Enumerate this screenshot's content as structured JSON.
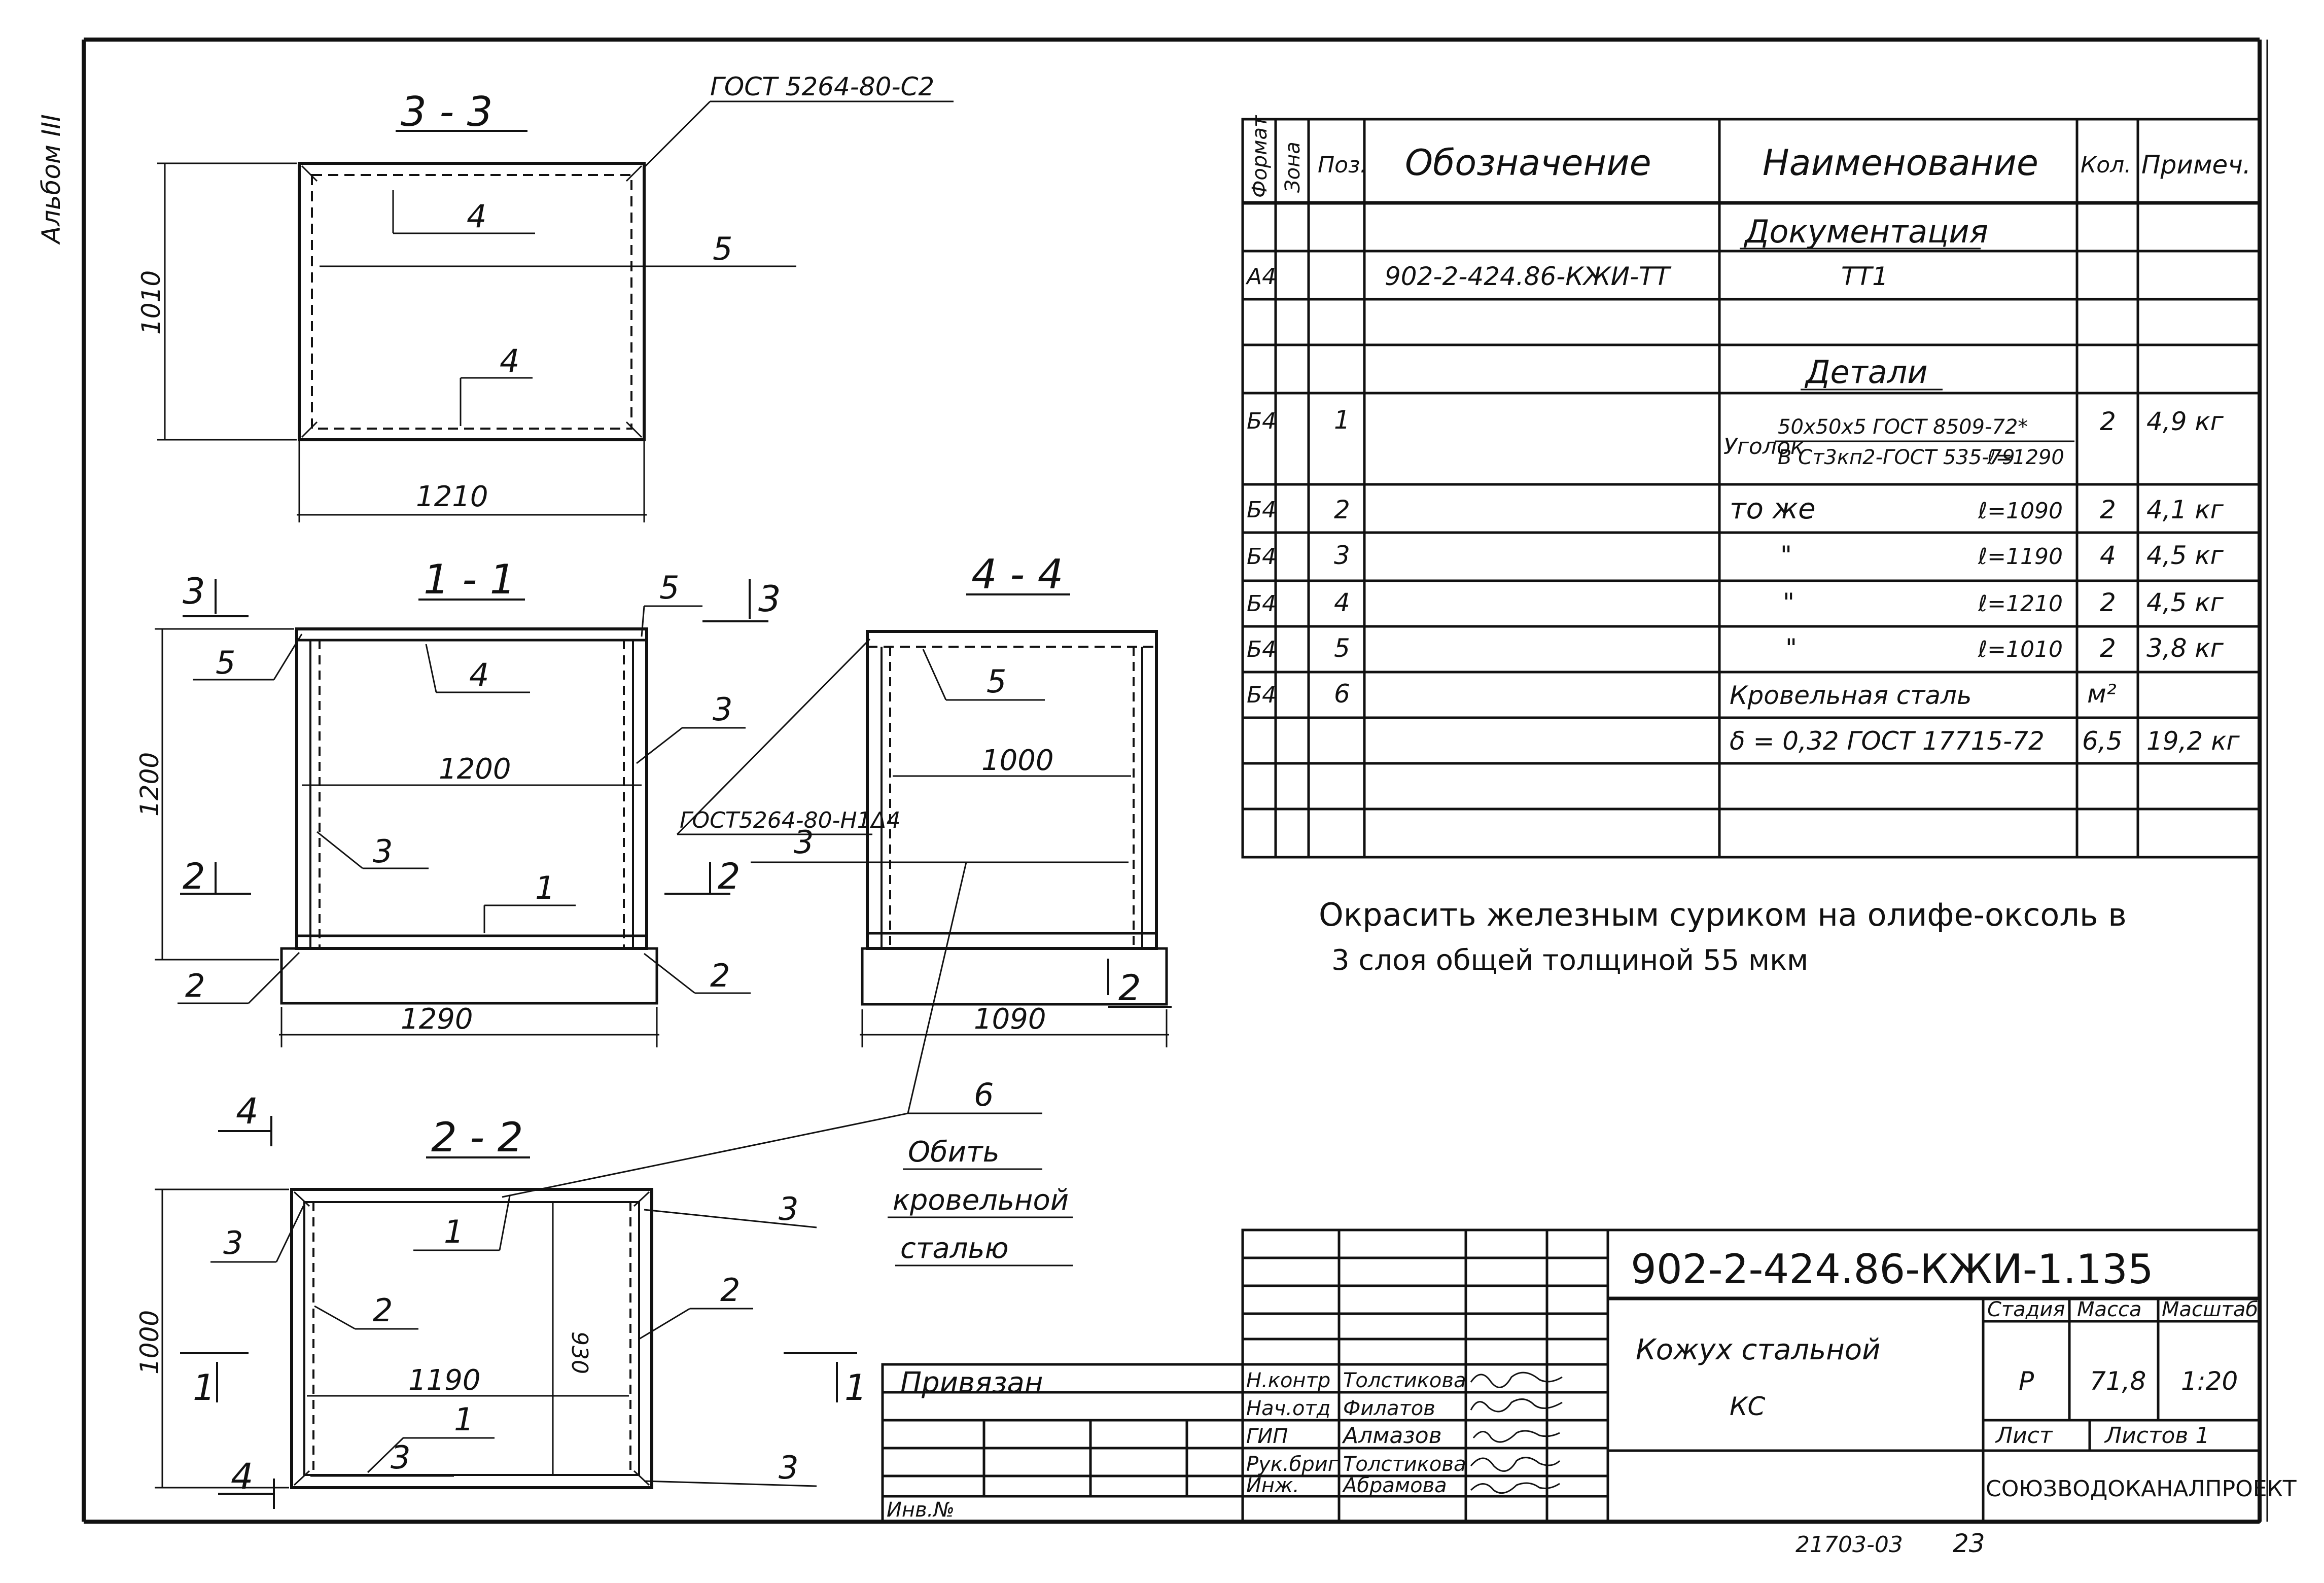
{
  "margin_note": "Альбом III",
  "sections": {
    "s33": {
      "title": "3 - 3",
      "gost": "ГОСТ 5264-80-С2",
      "dim_w": "1210",
      "dim_h": "1010",
      "pos_top": "4",
      "pos_mid": "5",
      "pos_bot": "4"
    },
    "s11": {
      "title": "1 - 1",
      "dim_w_inner": "1200",
      "dim_w_base": "1290",
      "dim_h": "1200",
      "cut_top": "3",
      "cut_bot": "2",
      "pos_5a": "5",
      "pos_5b": "5",
      "pos_4": "4",
      "pos_3a": "3",
      "pos_3b": "3",
      "pos_1": "1",
      "pos_2a": "2",
      "pos_2b": "2"
    },
    "s44": {
      "title": "4 - 4",
      "gost": "ГОСТ5264-80-Н1Δ4",
      "dim_w_inner": "1000",
      "dim_w_base": "1090",
      "pos_5": "5",
      "pos_3": "3",
      "cut_2": "2"
    },
    "s22": {
      "title": "2 - 2",
      "dim_w_inner": "1190",
      "dim_h": "1000",
      "dim_h_inner": "930",
      "cut_4": "4",
      "cut_1": "1",
      "pos_3a": "3",
      "pos_3b": "3",
      "pos_3c": "3",
      "pos_3d": "3",
      "pos_1a": "1",
      "pos_1b": "1",
      "pos_2a": "2",
      "pos_2b": "2"
    },
    "note6": {
      "pos": "6",
      "line1": "Обить",
      "line2": "кровельной",
      "line3": "сталью"
    }
  },
  "spec": {
    "headers": {
      "format": "Формат",
      "zone": "Зона",
      "pos": "Поз.",
      "designation": "Обозначение",
      "name": "Наименование",
      "qty": "Кол.",
      "note": "Примеч."
    },
    "group_docs": "Документация",
    "doc_row": {
      "format": "А4",
      "designation": "902-2-424.86-КЖИ-ТТ",
      "name": "ТТ1"
    },
    "group_details": "Детали",
    "rows": [
      {
        "format": "Б4",
        "pos": "1",
        "name": "Уголок",
        "name_top": "50х50х5 ГОСТ 8509-72*",
        "name_bottom": "В Ст3кп2-ГОСТ 535-79",
        "length": "ℓ=1290",
        "qty": "2",
        "note": "4,9 кг"
      },
      {
        "format": "Б4",
        "pos": "2",
        "name": "то же",
        "length": "ℓ=1090",
        "qty": "2",
        "note": "4,1 кг"
      },
      {
        "format": "Б4",
        "pos": "3",
        "name": "\"",
        "length": "ℓ=1190",
        "qty": "4",
        "note": "4,5 кг"
      },
      {
        "format": "Б4",
        "pos": "4",
        "name": "\"",
        "length": "ℓ=1210",
        "qty": "2",
        "note": "4,5 кг"
      },
      {
        "format": "Б4",
        "pos": "5",
        "name": "\"",
        "length": "ℓ=1010",
        "qty": "2",
        "note": "3,8 кг"
      },
      {
        "format": "Б4",
        "pos": "6",
        "name": "Кровельная сталь",
        "name2": "δ = 0,32 ГОСТ 17715-72",
        "qty_unit": "м²",
        "qty": "6,5",
        "note": "19,2 кг"
      }
    ]
  },
  "paint_note": {
    "line1": "Окрасить железным суриком на олифе-оксоль в",
    "line2": "3 слоя  общей толщиной  55 мкм"
  },
  "title_block": {
    "code": "902-2-424.86-КЖИ-1.135",
    "title_line1": "Кожух стальной",
    "title_line2": "КС",
    "stage_h": "Стадия",
    "mass_h": "Масса",
    "scale_h": "Масштаб",
    "stage": "Р",
    "mass": "71,8",
    "scale": "1:20",
    "sheet_h": "Лист",
    "sheets_h": "Листов 1",
    "org": "СОЮЗВОДОКАНАЛПРОЕКТ",
    "tied": "Привязан",
    "inv": "Инв.№",
    "signers": [
      {
        "role": "Н.контр",
        "name": "Толстикова"
      },
      {
        "role": "Нач.отд",
        "name": "Филатов"
      },
      {
        "role": "ГИП",
        "name": "Алмазов"
      },
      {
        "role": "Рук.бриг",
        "name": "Толстикова"
      },
      {
        "role": "Инж.",
        "name": "Абрамова"
      }
    ]
  },
  "footer": {
    "number": "21703-03",
    "page": "23"
  }
}
